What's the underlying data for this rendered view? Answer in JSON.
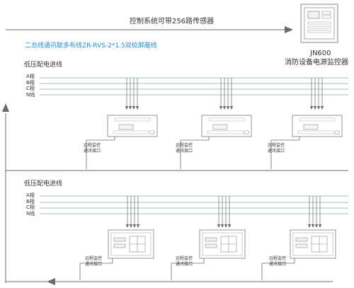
{
  "top_label": "控制系统可带256路传感器",
  "bus_label": "二总线通讯联多布线ZR-RVS-2*1.5双绞屏蔽线",
  "controller": {
    "model": "JN600",
    "name": "消防设备电源监控器"
  },
  "sections": [
    {
      "title": "低压配电进线",
      "phases": [
        "A相",
        "B相",
        "C相",
        "N线"
      ]
    },
    {
      "title": "低压配电进线",
      "phases": [
        "A相",
        "B相",
        "C相",
        "N线"
      ]
    }
  ],
  "module_top_label": [
    "远程监控",
    "通讯接口"
  ],
  "module_bottom_label": [
    "远程监控",
    "通讯接口"
  ],
  "colors": {
    "line": "#6a6a6a",
    "accent": "#1e90d0",
    "phase_line": "#a6c0c9"
  }
}
